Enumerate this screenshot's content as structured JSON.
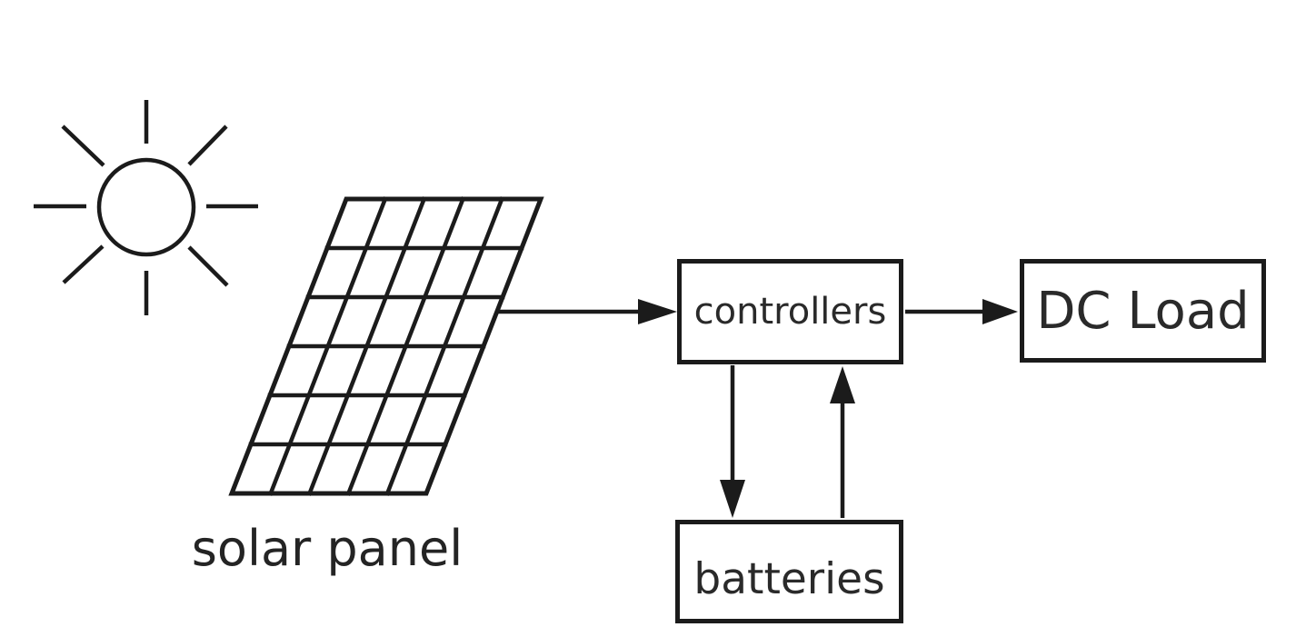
{
  "diagram": {
    "type": "flow-diagram",
    "subject": "solar power system",
    "background_color": "#ffffff",
    "line_color": "#1b1b1b",
    "text_color": "#2a2a2a",
    "nodes": {
      "sun": {
        "kind": "icon",
        "icon": "sun-icon"
      },
      "solar_panel": {
        "kind": "icon-with-label",
        "icon": "solar-panel-icon",
        "label": "solar panel"
      },
      "controllers": {
        "kind": "box",
        "label": "controllers"
      },
      "dc_load": {
        "kind": "box",
        "label": "DC Load"
      },
      "batteries": {
        "kind": "box",
        "label": "batteries"
      }
    },
    "connections": [
      {
        "from": "solar_panel",
        "to": "controllers",
        "style": "arrow-right"
      },
      {
        "from": "controllers",
        "to": "dc_load",
        "style": "arrow-right"
      },
      {
        "from": "controllers",
        "to": "batteries",
        "style": "arrow-down"
      },
      {
        "from": "batteries",
        "to": "controllers",
        "style": "arrow-up"
      }
    ]
  }
}
